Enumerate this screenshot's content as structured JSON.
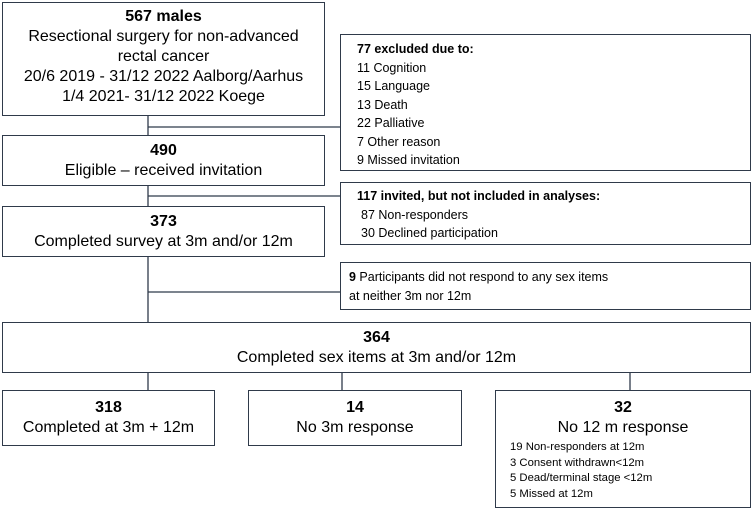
{
  "flowchart": {
    "start": {
      "count": "567 males",
      "lines": [
        "Resectional surgery for non-advanced",
        "rectal cancer",
        "20/6 2019 - 31/12 2022 Aalborg/Aarhus",
        "1/4 2021- 31/12 2022 Koege"
      ]
    },
    "excluded": {
      "header": "77 excluded due to:",
      "items": [
        "11 Cognition",
        "15 Language",
        "13 Death",
        "22 Palliative",
        "7 Other reason",
        "9 Missed invitation"
      ]
    },
    "eligible": {
      "count": "490",
      "label": "Eligible – received invitation"
    },
    "not_included": {
      "header": "117 invited, but not included in analyses:",
      "items": [
        "87 Non-responders",
        "30 Declined participation"
      ]
    },
    "completed_survey": {
      "count": "373",
      "label": "Completed survey at 3m and/or 12m"
    },
    "no_sex_items": {
      "count": "9",
      "line1_rest": " Participants did not respond to any sex items",
      "line2": "at neither 3m nor 12m"
    },
    "completed_sex": {
      "count": "364",
      "label": "Completed sex items at 3m and/or 12m"
    },
    "both": {
      "count": "318",
      "label": "Completed at 3m + 12m"
    },
    "no3m": {
      "count": "14",
      "label": "No 3m response"
    },
    "no12m": {
      "count": "32",
      "label": "No 12 m response",
      "items": [
        "19 Non-responders at 12m",
        "3 Consent withdrawn<12m",
        "5 Dead/terminal stage <12m",
        "5  Missed at 12m"
      ]
    }
  }
}
